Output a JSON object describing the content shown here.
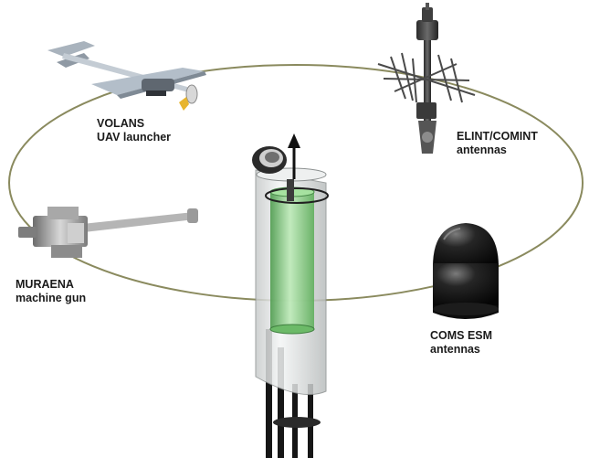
{
  "colors": {
    "ring": "#8a8a5e",
    "background": "#ffffff",
    "label_text": "#1a1a1a",
    "tube_glass": "#d9dcdc",
    "inner_green": "#7fd27f",
    "dome": "#111111"
  },
  "labels": {
    "volans": {
      "name": "VOLANS",
      "desc": "UAV launcher"
    },
    "elint": {
      "name": "ELINT/COMINT",
      "desc": "antennas"
    },
    "muraena": {
      "name": "MURAENA",
      "desc": "machine gun"
    },
    "coms": {
      "name": "COMS ESM",
      "desc": "antennas"
    }
  },
  "icons": {
    "uav": "uav-drone-icon",
    "antenna_mast": "elint-comint-antenna-icon",
    "gun": "machine-gun-icon",
    "dome": "esm-dome-icon",
    "mast": "optronic-mast-icon",
    "arrow": "raise-arrow-icon"
  }
}
